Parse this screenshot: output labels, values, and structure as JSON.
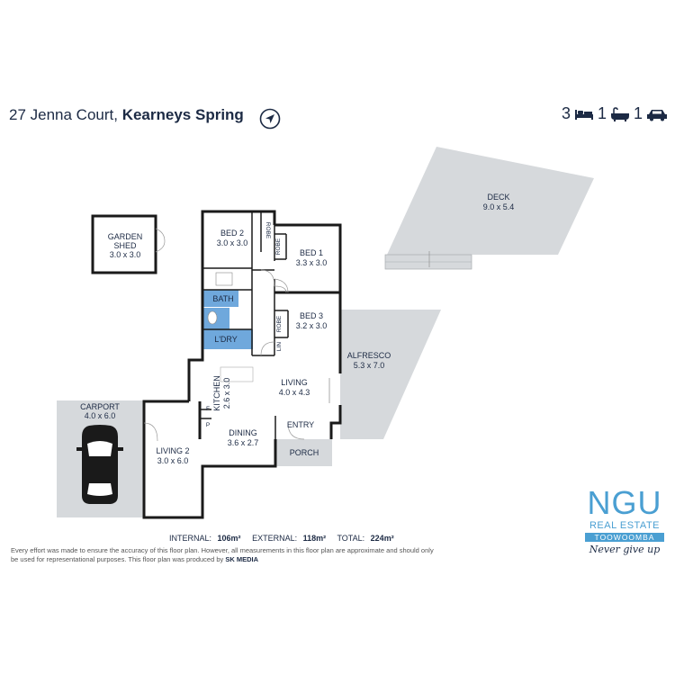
{
  "header": {
    "address_plain": "27 Jenna Court, ",
    "address_bold": "Kearneys Spring",
    "bedrooms": "3",
    "bathrooms": "1",
    "garages": "1",
    "compass_icon": "navigation-arrow-icon",
    "bed_icon": "bed-icon",
    "bath_icon": "bath-icon",
    "car_icon": "car-icon"
  },
  "rooms": {
    "deck": {
      "name": "DECK",
      "size": "9.0 x 5.4"
    },
    "garden_shed": {
      "name1": "GARDEN",
      "name2": "SHED",
      "size": "3.0 x 3.0"
    },
    "bed2": {
      "name": "BED 2",
      "size": "3.0 x 3.0"
    },
    "bed1": {
      "name": "BED 1",
      "size": "3.3 x 3.0"
    },
    "bed3": {
      "name": "BED 3",
      "size": "3.2 x 3.0"
    },
    "robe": "ROBE",
    "bath": "BATH",
    "ldry": "L'DRY",
    "lin": "LIN",
    "alfresco": {
      "name": "ALFRESCO",
      "size": "5.3 x 7.0"
    },
    "kitchen": {
      "name": "KITCHEN",
      "size": "2.6 x 3.0"
    },
    "living": {
      "name": "LIVING",
      "size": "4.0 x 4.3"
    },
    "dining": {
      "name": "DINING",
      "size": "3.6 x 2.7"
    },
    "entry": "ENTRY",
    "porch": "PORCH",
    "carport": {
      "name": "CARPORT",
      "size": "4.0 x 6.0"
    },
    "living2": {
      "name": "LIVING 2",
      "size": "3.0 x 6.0"
    },
    "f": "F",
    "p": "P"
  },
  "areas": {
    "internal_label": "INTERNAL:",
    "internal_value": "106m²",
    "external_label": "EXTERNAL:",
    "external_value": "118m²",
    "total_label": "TOTAL:",
    "total_value": "224m²"
  },
  "disclaimer": {
    "text": "Every effort was made to ensure the accuracy of this floor plan. However, all measurements in this floor plan are approximate and should only be used for representational purposes. This floor plan was produced by ",
    "credit": "SK MEDIA"
  },
  "logo": {
    "name": "NGU",
    "line2": "REAL ESTATE",
    "line3": "TOOWOOMBA",
    "tagline": "Never give up"
  },
  "colors": {
    "wet_area": "#6fa8dc",
    "outdoor": "#d6d9dc",
    "wall": "#1a1a1a"
  }
}
